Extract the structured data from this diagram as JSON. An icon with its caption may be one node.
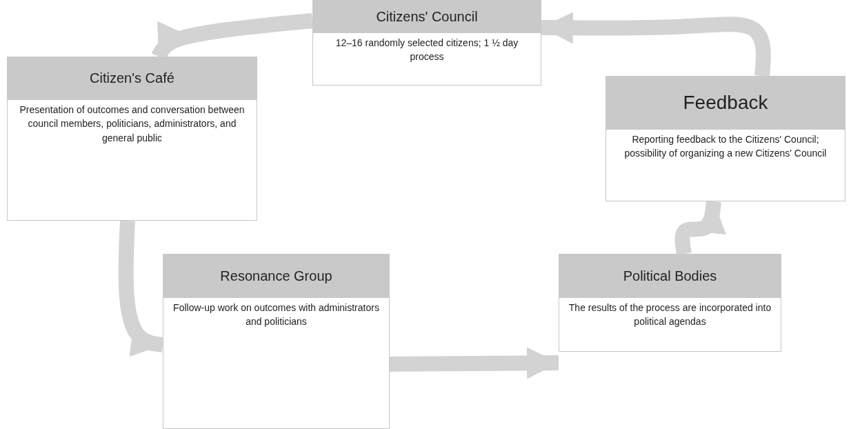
{
  "diagram": {
    "nodes": [
      {
        "text": [
          "Citizens' Council",
          "12–16 randomly selected citizens; 1 ½ day process"
        ]
      },
      {
        "text": [
          "Citizen's Café",
          "Presentation of outcomes and conversation between council members, politicians, administrators, and general public"
        ]
      },
      {
        "text": [
          "Feedback",
          "Reporting feedback to the Citizens' Council; possibility of organizing a new Citizens' Council"
        ]
      },
      {
        "text": [
          "Resonance Group",
          "Follow-up work on outcomes with administrators and politicians"
        ]
      },
      {
        "text": [
          "Political Bodies",
          "The results of the process are incorporated into political agendas"
        ]
      }
    ],
    "edges": [
      {
        "from": 0,
        "to": 1,
        "arrow": "to"
      },
      {
        "from": 1,
        "to": 3,
        "arrow": "to"
      },
      {
        "from": 3,
        "to": 4,
        "arrow": "to"
      },
      {
        "from": 4,
        "to": 2,
        "arrow": "to"
      },
      {
        "from": 2,
        "to": 0,
        "arrow": "to"
      }
    ]
  }
}
